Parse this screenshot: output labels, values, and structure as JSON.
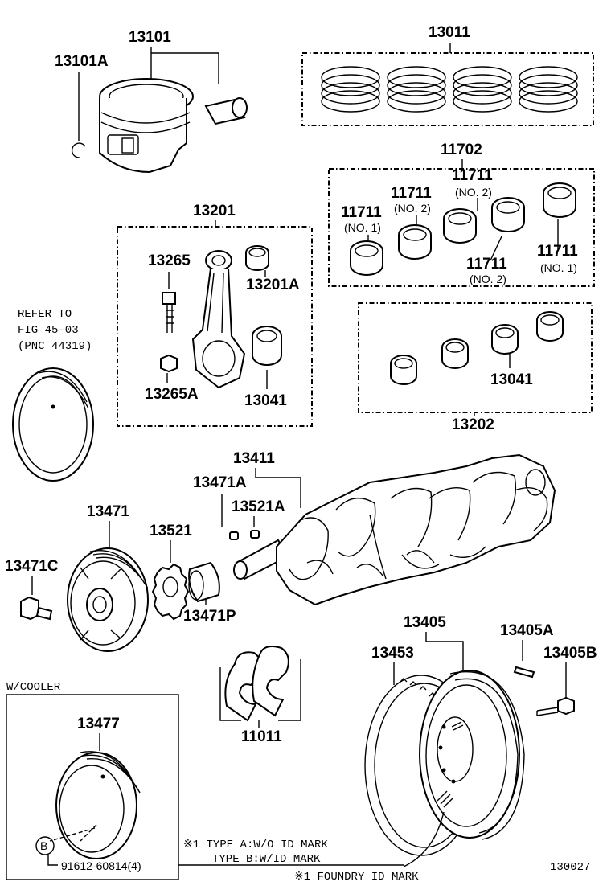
{
  "labels": {
    "p13101": "13101",
    "p13101a": "13101A",
    "p13011": "13011",
    "p11702": "11702",
    "p11711_top": "11711",
    "p11711_top_no": "(NO. 2)",
    "p11711_mid": "11711",
    "p11711_mid_no": "(NO. 2)",
    "p11711_left": "11711",
    "p11711_left_no": "(NO. 1)",
    "p11711_right": "11711",
    "p11711_right_no": "(NO. 1)",
    "p11711_bottom": "11711",
    "p11711_bottom_no": "(NO. 2)",
    "p13201": "13201",
    "p13265": "13265",
    "p13201a": "13201A",
    "p13265a": "13265A",
    "p13041_rod": "13041",
    "p13041_bearing": "13041",
    "p13202": "13202",
    "p13411": "13411",
    "p13471a": "13471A",
    "p13521a": "13521A",
    "p13471": "13471",
    "p13521": "13521",
    "p13471c": "13471C",
    "p13471p": "13471P",
    "p13405": "13405",
    "p13453": "13453",
    "p13405a": "13405A",
    "p13405b": "13405B",
    "p11011": "11011",
    "p13477": "13477",
    "bolt_91612": "91612-60814(4)",
    "callout_b": "B"
  },
  "notes": {
    "refer_line1": "REFER TO",
    "refer_line2": "FIG 45-03",
    "refer_line3": "(PNC 44319)",
    "w_cooler": "W/COOLER",
    "type_a": "※1 TYPE A:W/O ID MARK",
    "type_b": "TYPE B:W/ID MARK",
    "foundry": "※1 FOUNDRY ID MARK",
    "figure_no": "130027"
  }
}
